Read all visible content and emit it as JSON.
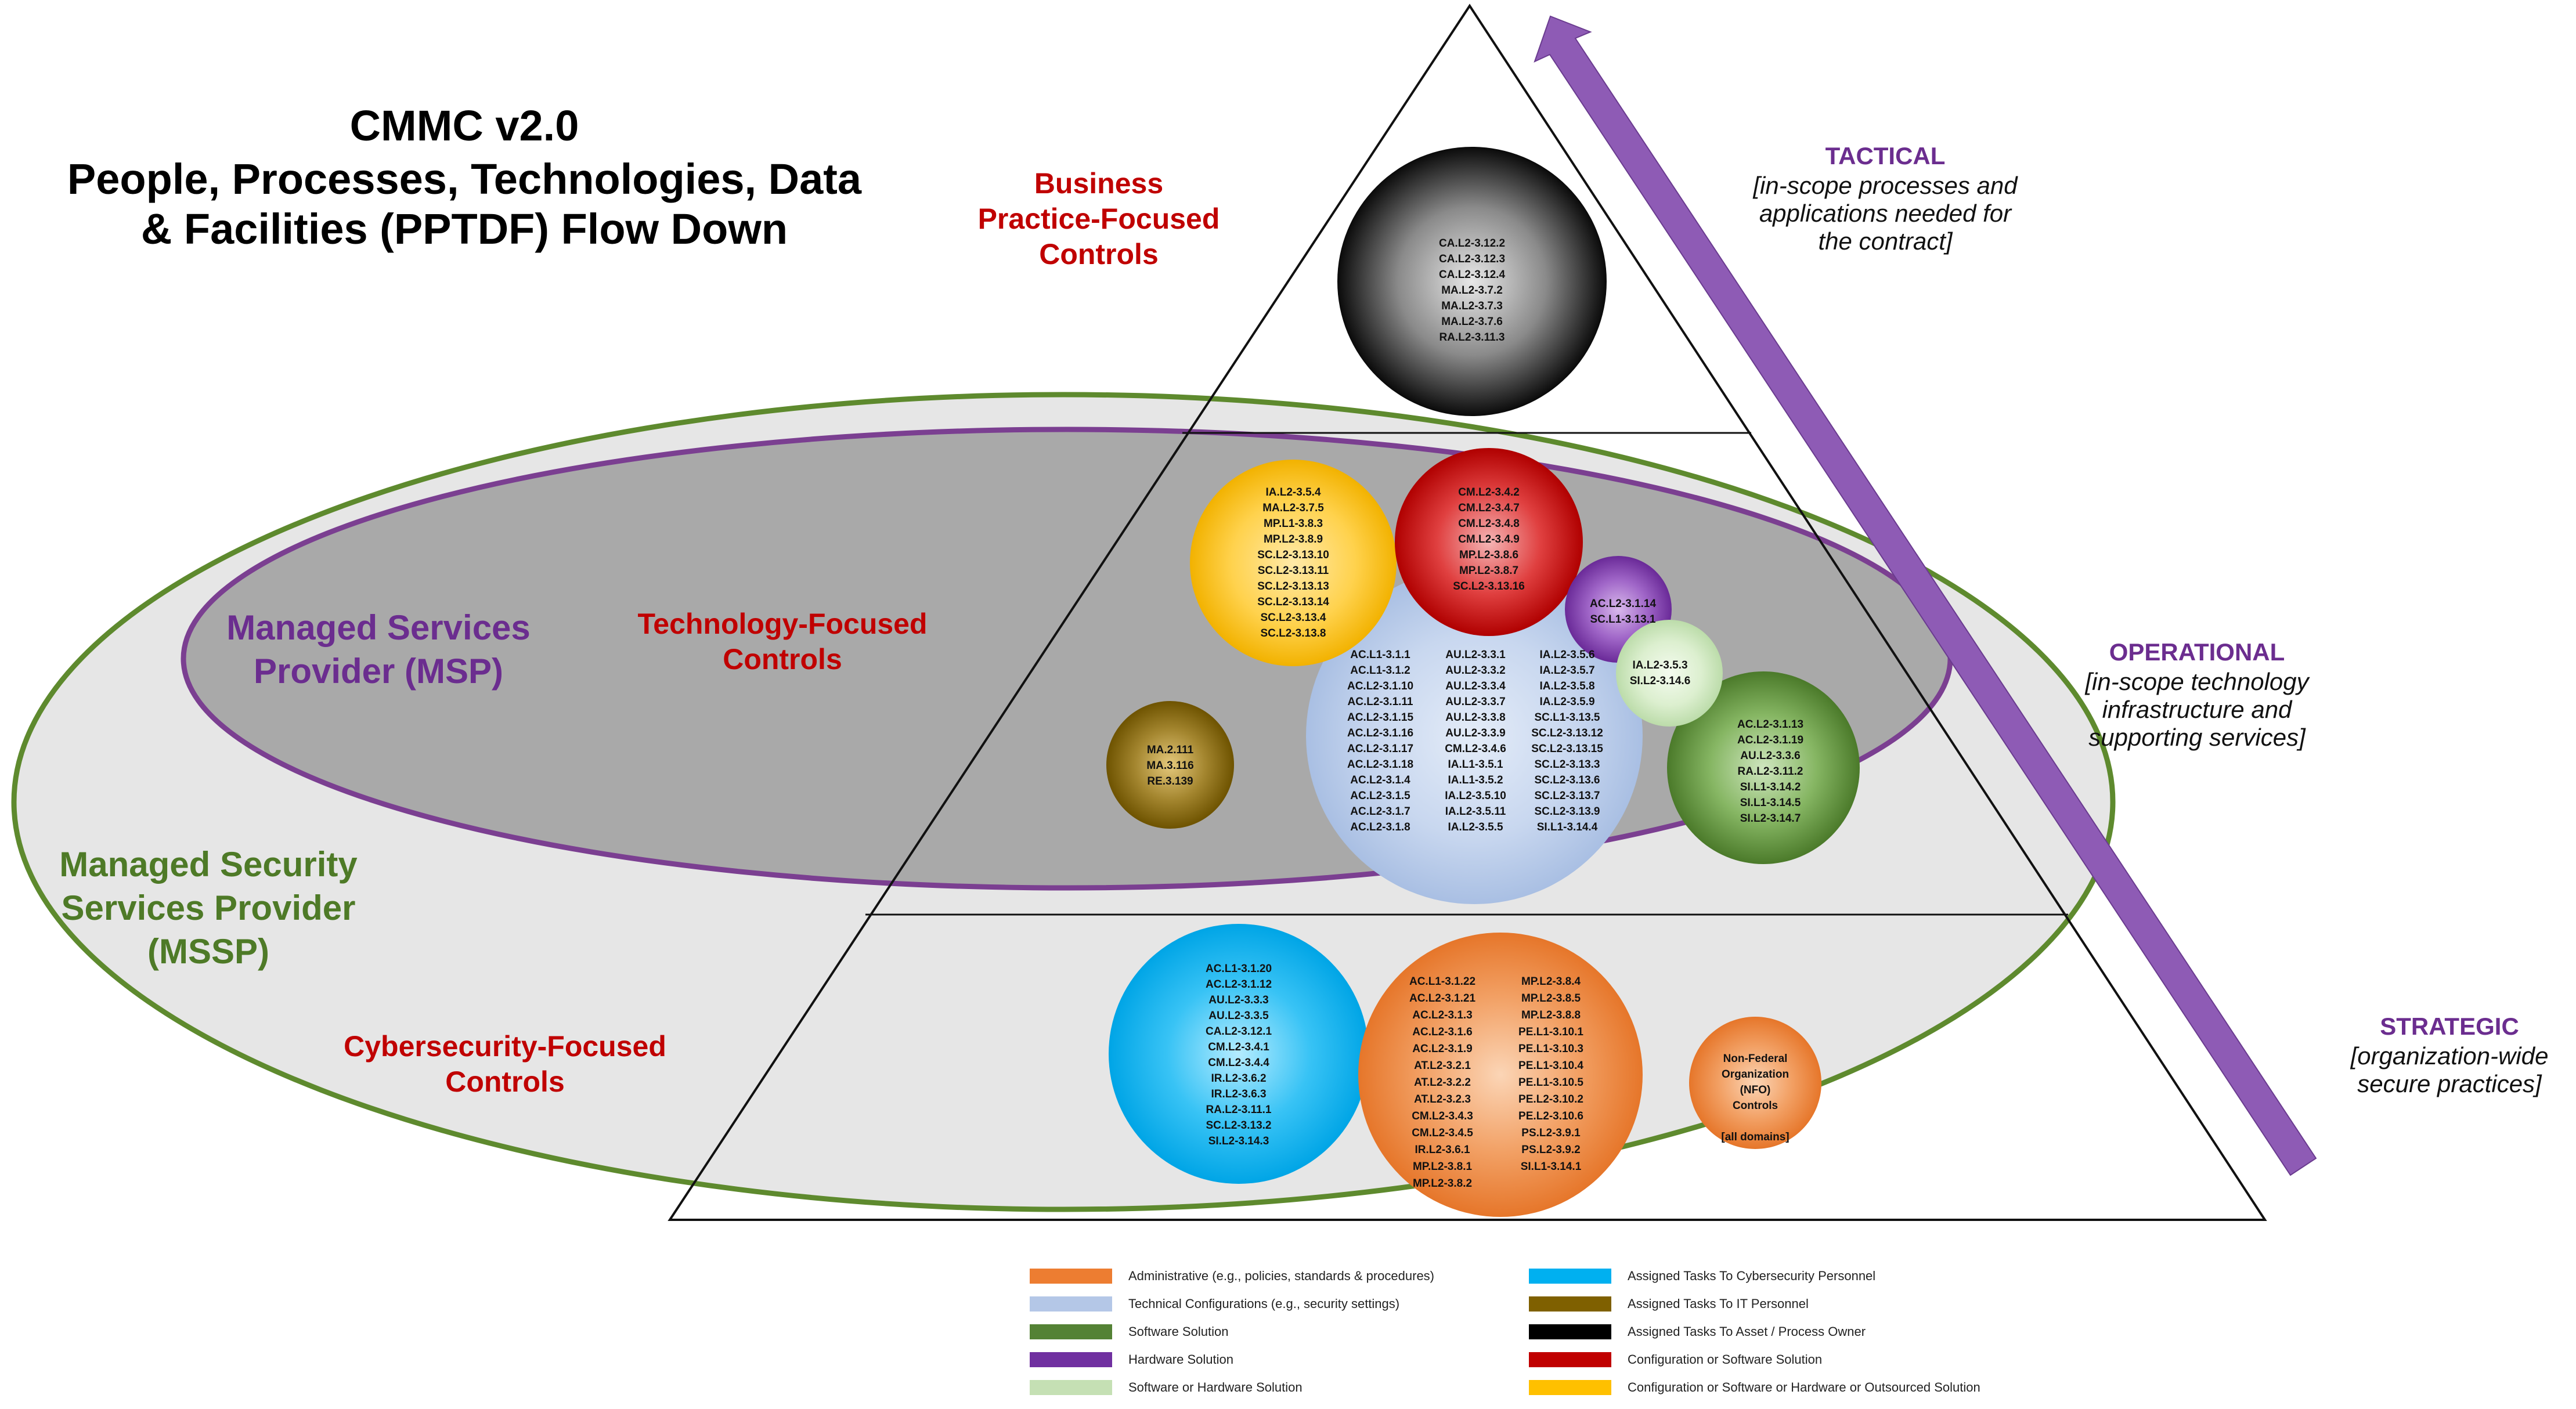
{
  "title": {
    "line1": "CMMC v2.0",
    "line2": "People, Processes, Technologies, Data",
    "line3": "& Facilities (PPTDF) Flow Down"
  },
  "zones": {
    "business": [
      "Business",
      "Practice-Focused",
      "Controls"
    ],
    "technology": [
      "Technology-Focused",
      "Controls"
    ],
    "cybersecurity": [
      "Cybersecurity-Focused",
      "Controls"
    ]
  },
  "providers": {
    "msp": [
      "Managed Services",
      "Provider (MSP)"
    ],
    "mssp": [
      "Managed Security",
      "Services Provider",
      "(MSSP)"
    ]
  },
  "scopes": {
    "tactical": {
      "head": "TACTICAL",
      "lines": [
        "[in-scope processes and",
        "applications needed for",
        "the contract]"
      ]
    },
    "operational": {
      "head": "OPERATIONAL",
      "lines": [
        "[in-scope technology",
        "infrastructure and",
        "supporting services]"
      ]
    },
    "strategic": {
      "head": "STRATEGIC",
      "lines": [
        "[organization-wide",
        "secure practices]"
      ]
    }
  },
  "colors": {
    "administrative": "#ed7d31",
    "technical": "#b4c7e7",
    "software": "#548235",
    "hardware": "#7030a0",
    "sw_or_hw": "#c5e0b4",
    "cyber_personnel": "#00b0f0",
    "it_personnel": "#7f6000",
    "asset_owner": "#000000",
    "config": "#c00000",
    "config_or_outsourced": "#ffc000",
    "msp_ring": "#7b3f91",
    "mssp_ring": "#5e8a2e",
    "arrow": "#8e5bb5",
    "zone_text": "#c00000"
  },
  "bubbles": {
    "black": {
      "columns": [
        [
          "CA.L2-3.12.2",
          "CA.L2-3.12.3",
          "CA.L2-3.12.4",
          "MA.L2-3.7.2",
          "MA.L2-3.7.3",
          "MA.L2-3.7.6",
          "RA.L2-3.11.3"
        ]
      ]
    },
    "yellow": {
      "columns": [
        [
          "IA.L2-3.5.4",
          "MA.L2-3.7.5",
          "MP.L1-3.8.3",
          "MP.L2-3.8.9",
          "SC.L2-3.13.10",
          "SC.L2-3.13.11",
          "SC.L2-3.13.13",
          "SC.L2-3.13.14",
          "SC.L2-3.13.4",
          "SC.L2-3.13.8"
        ]
      ]
    },
    "red": {
      "columns": [
        [
          "CM.L2-3.4.2",
          "CM.L2-3.4.7",
          "CM.L2-3.4.8",
          "CM.L2-3.4.9",
          "MP.L2-3.8.6",
          "MP.L2-3.8.7",
          "SC.L2-3.13.16"
        ]
      ]
    },
    "purple": {
      "columns": [
        [
          "AC.L2-3.1.14",
          "SC.L1-3.13.1"
        ]
      ]
    },
    "lightgreen": {
      "columns": [
        [
          "IA.L2-3.5.3",
          "SI.L2-3.14.6"
        ]
      ]
    },
    "blue": {
      "columns": [
        [
          "AC.L1-3.1.1",
          "AC.L1-3.1.2",
          "AC.L2-3.1.10",
          "AC.L2-3.1.11",
          "AC.L2-3.1.15",
          "AC.L2-3.1.16",
          "AC.L2-3.1.17",
          "AC.L2-3.1.18",
          "AC.L2-3.1.4",
          "AC.L2-3.1.5",
          "AC.L2-3.1.7",
          "AC.L2-3.1.8"
        ],
        [
          "AU.L2-3.3.1",
          "AU.L2-3.3.2",
          "AU.L2-3.3.4",
          "AU.L2-3.3.7",
          "AU.L2-3.3.8",
          "AU.L2-3.3.9",
          "CM.L2-3.4.6",
          "IA.L1-3.5.1",
          "IA.L1-3.5.2",
          "IA.L2-3.5.10",
          "IA.L2-3.5.11",
          "IA.L2-3.5.5"
        ],
        [
          "IA.L2-3.5.6",
          "IA.L2-3.5.7",
          "IA.L2-3.5.8",
          "IA.L2-3.5.9",
          "SC.L1-3.13.5",
          "SC.L2-3.13.12",
          "SC.L2-3.13.15",
          "SC.L2-3.13.3",
          "SC.L2-3.13.6",
          "SC.L2-3.13.7",
          "SC.L2-3.13.9",
          "SI.L1-3.14.4"
        ]
      ]
    },
    "green": {
      "columns": [
        [
          "AC.L2-3.1.13",
          "AC.L2-3.1.19",
          "AU.L2-3.3.6",
          "RA.L2-3.11.2",
          "SI.L1-3.14.2",
          "SI.L1-3.14.5",
          "SI.L2-3.14.7"
        ]
      ]
    },
    "brown": {
      "columns": [
        [
          "MA.2.111",
          "MA.3.116",
          "RE.3.139"
        ]
      ]
    },
    "cyan": {
      "columns": [
        [
          "AC.L1-3.1.20",
          "AC.L2-3.1.12",
          "AU.L2-3.3.3",
          "AU.L2-3.3.5",
          "CA.L2-3.12.1",
          "CM.L2-3.4.1",
          "CM.L2-3.4.4",
          "IR.L2-3.6.2",
          "IR.L2-3.6.3",
          "RA.L2-3.11.1",
          "SC.L2-3.13.2",
          "SI.L2-3.14.3"
        ]
      ]
    },
    "orange": {
      "columns": [
        [
          "AC.L1-3.1.22",
          "AC.L2-3.1.21",
          "AC.L2-3.1.3",
          "AC.L2-3.1.6",
          "AC.L2-3.1.9",
          "AT.L2-3.2.1",
          "AT.L2-3.2.2",
          "AT.L2-3.2.3",
          "CM.L2-3.4.3",
          "CM.L2-3.4.5",
          "IR.L2-3.6.1",
          "MP.L2-3.8.1",
          "MP.L2-3.8.2"
        ],
        [
          "MP.L2-3.8.4",
          "MP.L2-3.8.5",
          "MP.L2-3.8.8",
          "PE.L1-3.10.1",
          "PE.L1-3.10.3",
          "PE.L1-3.10.4",
          "PE.L1-3.10.5",
          "PE.L2-3.10.2",
          "PE.L2-3.10.6",
          "PS.L2-3.9.1",
          "PS.L2-3.9.2",
          "SI.L1-3.14.1"
        ]
      ]
    },
    "nfo": {
      "columns": [
        [
          "Non-Federal",
          "Organization",
          "(NFO)",
          "Controls",
          "",
          "[all domains]"
        ]
      ]
    }
  },
  "legend": [
    {
      "label": "Administrative (e.g., policies, standards & procedures)",
      "color": "#ed7d31"
    },
    {
      "label": "Technical Configurations (e.g., security settings)",
      "color": "#b4c7e7"
    },
    {
      "label": "Software Solution",
      "color": "#548235"
    },
    {
      "label": "Hardware Solution",
      "color": "#7030a0"
    },
    {
      "label": "Software or Hardware Solution",
      "color": "#c5e0b4"
    },
    {
      "label": "Assigned Tasks To Cybersecurity Personnel",
      "color": "#00b0f0"
    },
    {
      "label": "Assigned Tasks To IT Personnel",
      "color": "#7f6000"
    },
    {
      "label": "Assigned Tasks To Asset / Process Owner",
      "color": "#000000"
    },
    {
      "label": "Configuration or Software Solution",
      "color": "#c00000"
    },
    {
      "label": "Configuration or Software or Hardware or Outsourced Solution",
      "color": "#ffc000"
    }
  ]
}
